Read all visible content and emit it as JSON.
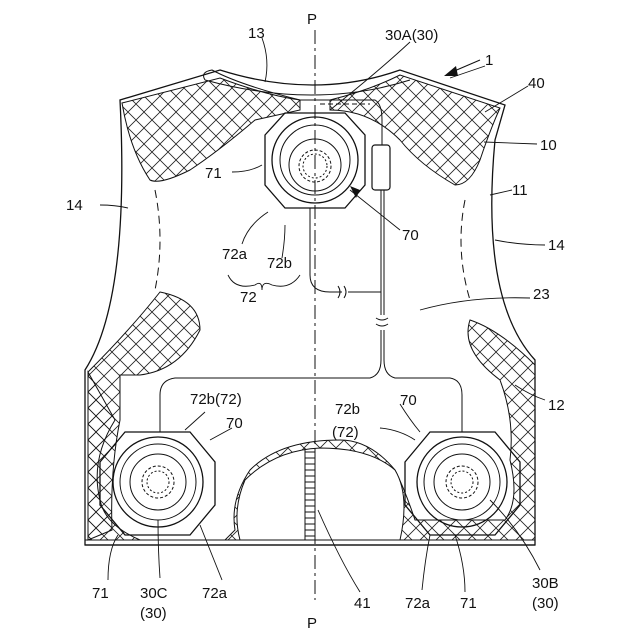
{
  "labels": {
    "p_top": "P",
    "p_bottom": "P",
    "n13": "13",
    "n30A": "30A(30)",
    "n1": "1",
    "n40": "40",
    "n10": "10",
    "n11": "11",
    "n14_left": "14",
    "n14_right": "14",
    "n71_top": "71",
    "n70_top": "70",
    "n72a_top": "72a",
    "n72b_top": "72b",
    "n72_top": "72",
    "n23": "23",
    "n12": "12",
    "n72b72_left": "72b(72)",
    "n70_left": "70",
    "n72b_right": "72b",
    "n72_right": "(72)",
    "n70_right": "70",
    "n71_bl": "71",
    "n30C": "30C",
    "n30C_sub": "(30)",
    "n72a_bl": "72a",
    "n41": "41",
    "n72a_br": "72a",
    "n71_br": "71",
    "n30B": "30B",
    "n30B_sub": "(30)"
  }
}
